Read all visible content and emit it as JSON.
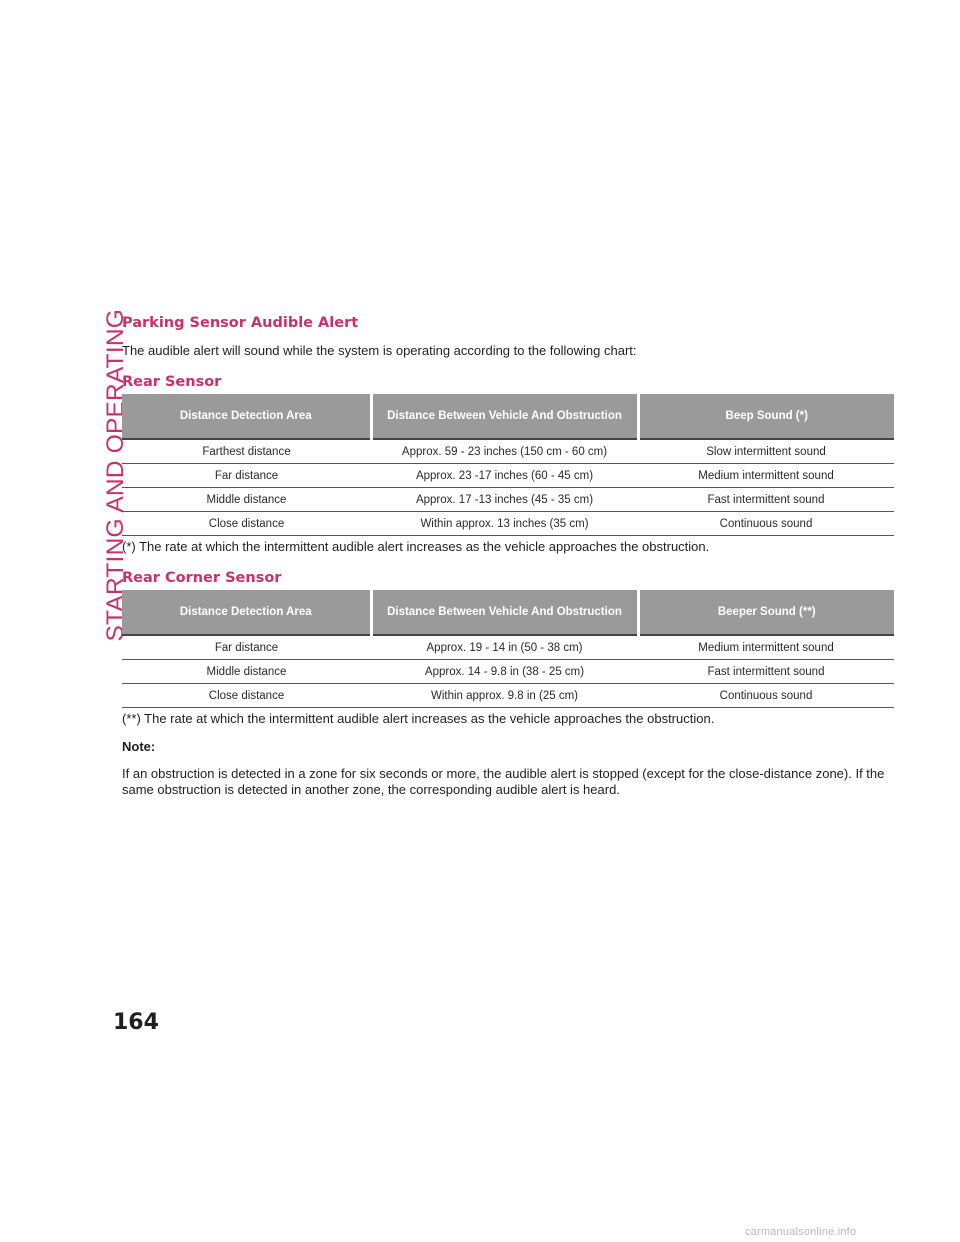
{
  "side_label": "STARTING AND OPERATING",
  "section_title": "Parking Sensor Audible Alert",
  "intro_text": "The audible alert will sound while the system is operating according to the following chart:",
  "rear_sensor": {
    "title": "Rear Sensor",
    "headers": [
      "Distance Detection Area",
      "Distance Between Vehicle And Obstruction",
      "Beep Sound (*)"
    ],
    "rows": [
      [
        "Farthest distance",
        "Approx. 59 - 23 inches (150 cm - 60 cm)",
        "Slow intermittent sound"
      ],
      [
        "Far distance",
        "Approx. 23 -17 inches (60 - 45 cm)",
        "Medium intermittent sound"
      ],
      [
        "Middle distance",
        "Approx. 17 -13 inches (45 - 35 cm)",
        "Fast intermittent sound"
      ],
      [
        "Close distance",
        "Within approx. 13 inches (35 cm)",
        "Continuous sound"
      ]
    ],
    "footnote": "(*) The rate at which the intermittent audible alert increases as the vehicle approaches the obstruction."
  },
  "rear_corner_sensor": {
    "title": "Rear Corner Sensor",
    "headers": [
      "Distance Detection Area",
      "Distance Between Vehicle And Obstruction",
      "Beeper Sound (**)"
    ],
    "rows": [
      [
        "Far distance",
        "Approx. 19 - 14 in (50 - 38 cm)",
        "Medium intermittent sound"
      ],
      [
        "Middle distance",
        "Approx. 14 - 9.8 in (38 - 25 cm)",
        "Fast intermittent sound"
      ],
      [
        "Close distance",
        "Within approx. 9.8 in (25 cm)",
        "Continuous sound"
      ]
    ],
    "footnote": "(**) The rate at which the intermittent audible alert increases as the vehicle approaches the obstruction."
  },
  "note": {
    "heading": "Note:",
    "text": "If an obstruction is detected in a zone for six seconds or more, the audible alert is stopped (except for the close-distance zone). If the same obstruction is detected in another zone, the corresponding audible alert is heard."
  },
  "page_number": "164",
  "watermark": "carmanualsonline.info",
  "colors": {
    "accent": "#c8326a",
    "header_bg": "#9a9a9a"
  }
}
